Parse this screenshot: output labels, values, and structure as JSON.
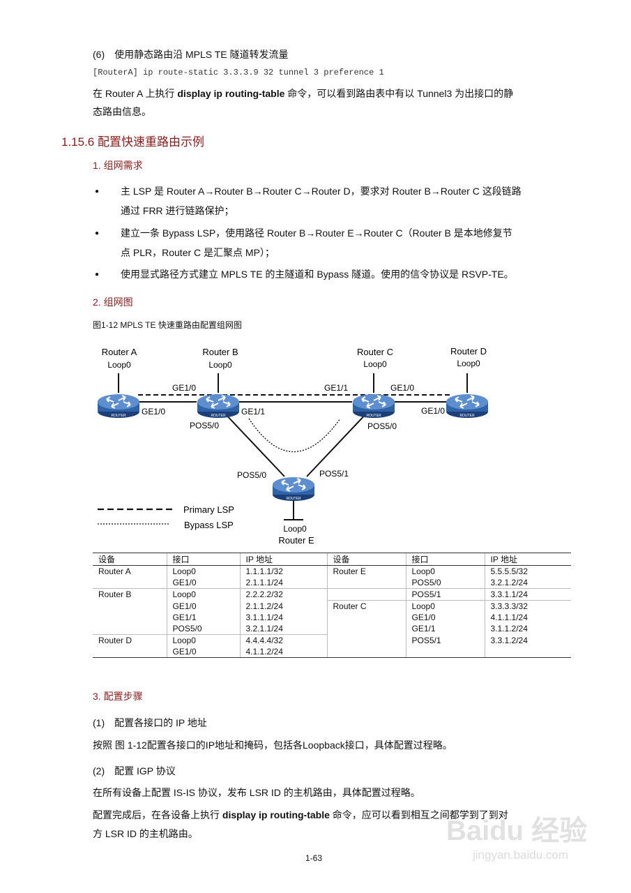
{
  "step6": {
    "heading": "(6)　使用静态路由沿 MPLS TE 隧道转发流量",
    "code": "[RouterA] ip route-static 3.3.3.9 32 tunnel 3 preference 1",
    "desc1_a": "在 Router A 上执行 ",
    "desc1_cmd": "display ip routing-table",
    "desc1_b": " 命令，可以看到路由表中有以 Tunnel3 为出接口的静",
    "desc2": "态路由信息。"
  },
  "section": {
    "title": "1.15.6  配置快速重路由示例"
  },
  "req": {
    "heading": "1. 组网需求",
    "bullets": [
      {
        "line1": "主 LSP 是 Router A→Router B→Router C→Router D，要求对 Router B→Router C 这段链路",
        "line2": "通过 FRR 进行链路保护；"
      },
      {
        "line1": "建立一条 Bypass LSP，使用路径 Router B→Router E→Router C（Router B 是本地修复节",
        "line2": "点 PLR，Router C 是汇聚点 MP）；"
      },
      {
        "line1": "使用显式路径方式建立 MPLS TE 的主隧道和 Bypass 隧道。使用的信令协议是 RSVP-TE。"
      }
    ]
  },
  "topo": {
    "heading": "2. 组网图",
    "caption": "图1-12  MPLS TE 快速重路由配置组网图",
    "routers": {
      "a": {
        "name": "Router A",
        "loop": "Loop0"
      },
      "b": {
        "name": "Router B",
        "loop": "Loop0"
      },
      "c": {
        "name": "Router C",
        "loop": "Loop0"
      },
      "d": {
        "name": "Router D",
        "loop": "Loop0"
      },
      "e": {
        "name": "Router E",
        "loop": "Loop0"
      }
    },
    "router_badge": "ROUTER",
    "ports": {
      "b_ge10": "GE1/0",
      "a_ge10": "GE1/0",
      "b_ge11": "GE1/1",
      "c_ge11": "GE1/1",
      "c_ge10": "GE1/0",
      "d_ge10": "GE1/0",
      "b_pos50": "POS5/0",
      "c_pos50": "POS5/0",
      "e_pos50": "POS5/0",
      "e_pos51": "POS5/1"
    },
    "legend": {
      "primary": "Primary LSP",
      "bypass": "Bypass LSP"
    },
    "colors": {
      "router_blue": "#2e63a8",
      "router_dark": "#1c3f77"
    }
  },
  "table": {
    "headers": [
      "设备",
      "接口",
      "IP 地址",
      "设备",
      "接口",
      "IP 地址"
    ],
    "rows": [
      [
        "Router A",
        "Loop0",
        "1.1.1.1/32",
        "Router E",
        "Loop0",
        "5.5.5.5/32"
      ],
      [
        "",
        "GE1/0",
        "2.1.1.1/24",
        "",
        "POS5/0",
        "3.2.1.2/24"
      ],
      [
        "Router B",
        "Loop0",
        "2.2.2.2/32",
        "",
        "POS5/1",
        "3.3.1.1/24"
      ],
      [
        "",
        "GE1/0",
        "2.1.1.2/24",
        "Router C",
        "Loop0",
        "3.3.3.3/32"
      ],
      [
        "",
        "GE1/1",
        "3.1.1.1/24",
        "",
        "GE1/0",
        "4.1.1.1/24"
      ],
      [
        "",
        "POS5/0",
        "3.2.1.1/24",
        "",
        "GE1/1",
        "3.1.1.2/24"
      ],
      [
        "Router D",
        "Loop0",
        "4.4.4.4/32",
        "",
        "POS5/1",
        "3.3.1.2/24"
      ],
      [
        "",
        "GE1/0",
        "4.1.1.2/24",
        "",
        "",
        ""
      ]
    ]
  },
  "steps": {
    "heading": "3. 配置步骤",
    "s1_title": "(1)　配置各接口的 IP 地址",
    "s1_body": "按照 图 1-12配置各接口的IP地址和掩码，包括各Loopback接口，具体配置过程略。",
    "s2_title": "(2)　配置 IGP 协议",
    "s2_body": "在所有设备上配置 IS-IS 协议，发布 LSR ID 的主机路由，具体配置过程略。",
    "s2_body2_a": "配置完成后，在各设备上执行 ",
    "s2_body2_cmd": "display  ip  routing-table",
    "s2_body2_b": " 命令，应可以看到相互之间都学到了到对",
    "s2_body3": "方 LSR ID 的主机路由。"
  },
  "footer": {
    "page": "1-63"
  },
  "watermark": {
    "logo": "Baidu 经验",
    "url": "jingyan.baidu.com"
  }
}
